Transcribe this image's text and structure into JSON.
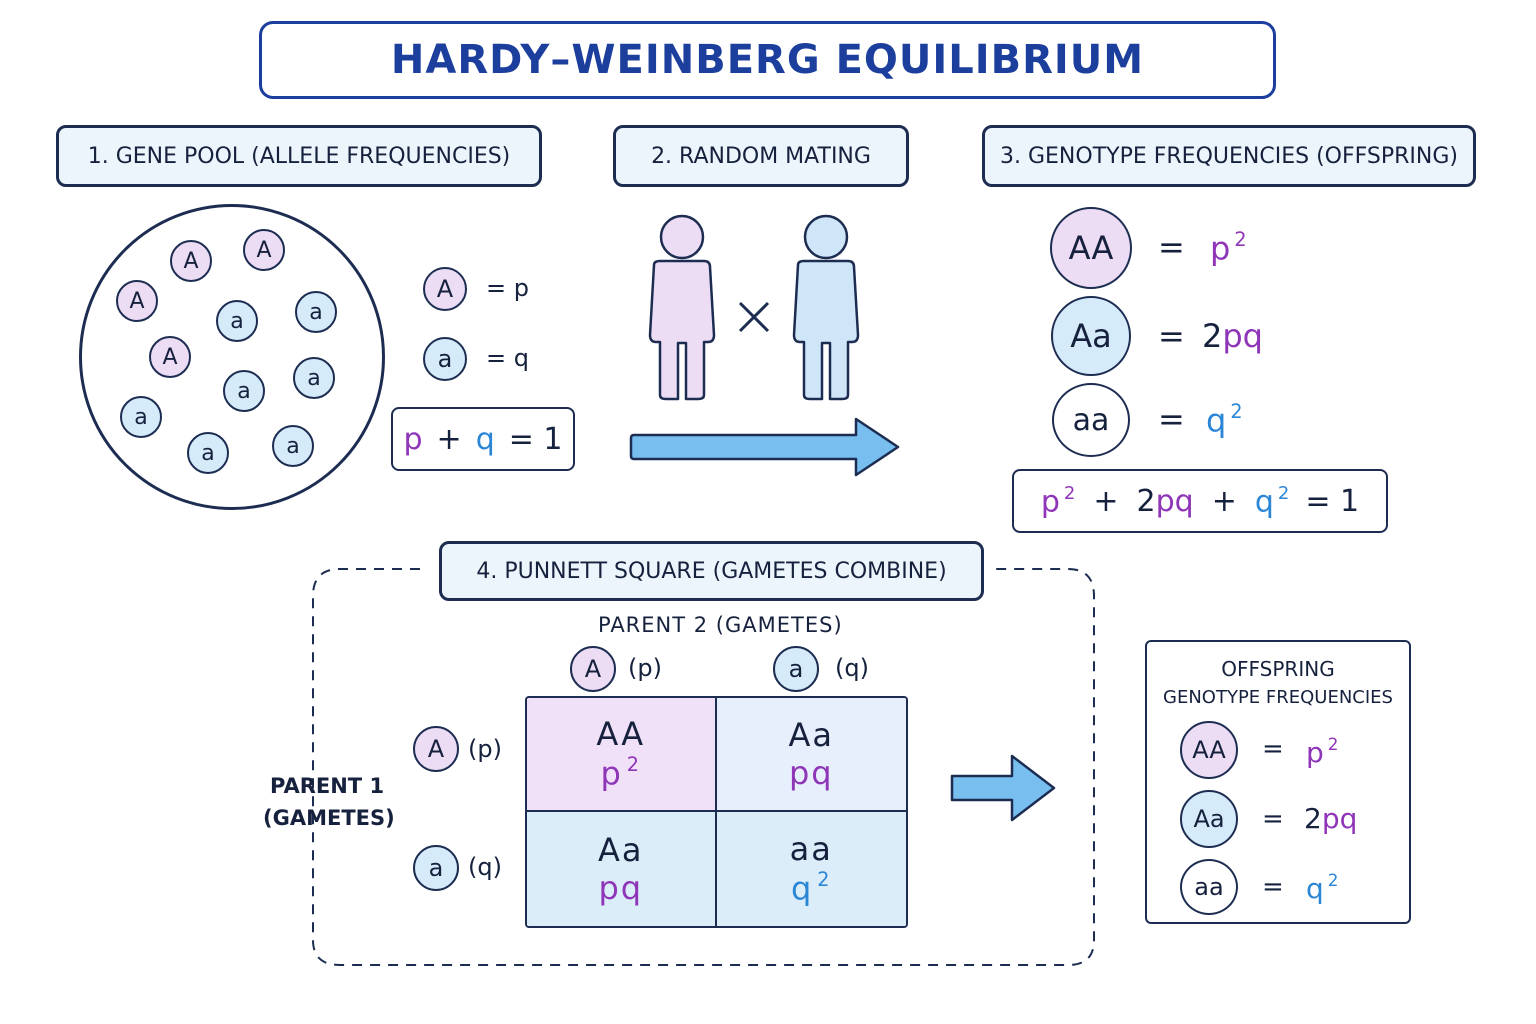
{
  "title": "HARDY–WEINBERG EQUILIBRIUM",
  "sections": {
    "s1": "1. GENE POOL (ALLELE FREQUENCIES)",
    "s2": "2. RANDOM MATING",
    "s3": "3. GENOTYPE FREQUENCIES (OFFSPRING)",
    "s4": "4. PUNNETT SQUARE (GAMETES COMBINE)"
  },
  "gene_pool": {
    "alleles": [
      "A",
      "A",
      "A",
      "a",
      "a",
      "A",
      "a",
      "a",
      "a",
      "a",
      "a"
    ],
    "legend_A": "A",
    "legend_A_eq": "= p",
    "legend_a": "a",
    "legend_a_eq": "= q",
    "sum_p": "p",
    "sum_plus": "+",
    "sum_q": "q",
    "sum_eq": "= 1"
  },
  "mating": {
    "cross": "×"
  },
  "genotypes": {
    "AA": "AA",
    "AA_eq": "=",
    "AA_freq": "p",
    "Aa": "Aa",
    "Aa_eq": "=",
    "Aa_two": "2",
    "Aa_freq": "pq",
    "aa": "aa",
    "aa_eq": "=",
    "aa_freq": "q",
    "sum": {
      "p2": "p",
      "plus1": "+",
      "two": "2",
      "pq": "pq",
      "plus2": "+",
      "q2": "q",
      "eq": "= 1"
    }
  },
  "punnett": {
    "parent2_label": "PARENT 2 (GAMETES)",
    "parent1_label_line1": "PARENT 1",
    "parent1_label_line2": "(GAMETES)",
    "col_alleles": [
      {
        "allele": "A",
        "freq": "(p)"
      },
      {
        "allele": "a",
        "freq": "(q)"
      }
    ],
    "row_alleles": [
      {
        "allele": "A",
        "freq": "(p)"
      },
      {
        "allele": "a",
        "freq": "(q)"
      }
    ],
    "cells": [
      {
        "genotype": "AA",
        "freq": "p",
        "sq": "2",
        "color": "#8e35b8",
        "bg": "#f1e1f8"
      },
      {
        "genotype": "Aa",
        "freq": "pq",
        "sq": "",
        "color": "#8e35b8",
        "bg": "#e7effc"
      },
      {
        "genotype": "Aa",
        "freq": "pq",
        "sq": "",
        "color": "#8e35b8",
        "bg": "#dcedfa"
      },
      {
        "genotype": "aa",
        "freq": "q",
        "sq": "2",
        "color": "#2c86d6",
        "bg": "#dcedfa"
      }
    ]
  },
  "offspring": {
    "title_line1": "OFFSPRING",
    "title_line2": "GENOTYPE FREQUENCIES",
    "AA": "AA",
    "AA_eq": "=",
    "AA_freq": "p",
    "Aa": "Aa",
    "Aa_eq": "=",
    "Aa_two": "2",
    "Aa_freq": "pq",
    "aa": "aa",
    "aa_eq": "=",
    "aa_freq": "q"
  },
  "superscript": "2",
  "colors": {
    "title": "#1c3f9e",
    "p": "#8e35b8",
    "q": "#2c86d6",
    "allele_A_fill": "#ecdcf4",
    "allele_a_fill": "#d6ebfa",
    "arrow": "#78bff0"
  }
}
